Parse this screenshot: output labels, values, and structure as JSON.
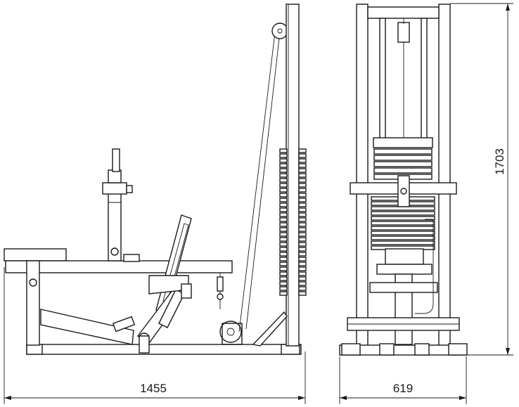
{
  "dimensions": {
    "length": "1455",
    "width": "619",
    "height": "1703"
  },
  "colors": {
    "line": "#1a1a1a",
    "background": "#ffffff"
  }
}
